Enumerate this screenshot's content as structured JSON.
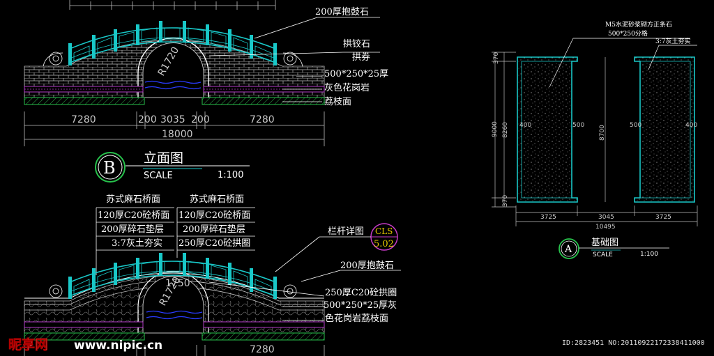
{
  "colors": {
    "background": "#000000",
    "cyan": "#19c8c8",
    "magenta": "#b43cc8",
    "green": "#27c24c",
    "water": "#2a3cff",
    "white": "#ffffff",
    "dim_gray": "#bfbfbf",
    "cls_yellow": "#e6c800",
    "cls_magenta": "#c83cc8"
  },
  "elevation_b": {
    "labels": {
      "drum_stone": "200厚抱鼓石",
      "keystone": "拱铰石",
      "arch": "拱券",
      "pavers": "500*250*25厚",
      "granite": "灰色花岗岩",
      "lychee": "荔枝面"
    },
    "radius_label": "R1720",
    "dims": [
      "7280",
      "200",
      "3035",
      "200",
      "7280"
    ],
    "total_dim": "18000",
    "title": {
      "letter": "B",
      "name": "立面图",
      "scale_label": "SCALE",
      "scale_value": "1:100"
    }
  },
  "elevation_lower": {
    "layers_left": [
      "苏式麻石桥面",
      "120厚C20砼桥面",
      "200厚碎石垫层",
      "3:7灰土夯实"
    ],
    "layers_right": [
      "苏式麻石桥面",
      "120厚C20砼桥面",
      "200厚碎石垫层",
      "250厚C20砼拱圈"
    ],
    "railing_detail": "栏杆详图",
    "cls_top": "CLS",
    "cls_bottom": "5.02",
    "drum_stone": "200厚抱鼓石",
    "arch_ring": "250厚C20砼拱圈",
    "pavers_line1": "500*250*25厚灰",
    "pavers_line2": "色花岗岩荔枝面",
    "radius_label": "R1720",
    "arch_dim": "1750",
    "dims": [
      "7280"
    ]
  },
  "foundation_a": {
    "note_line1": "M5水泥砂浆砌方正条石",
    "note_line2": "500*250分格",
    "note_line3": "3:7灰土夯实",
    "left_dims": [
      "370",
      "8260",
      "370"
    ],
    "left_total": "9000",
    "mid_dim": "8700",
    "inner_dims": [
      "400",
      "500",
      "500",
      "400"
    ],
    "bottom_dims": [
      "3725",
      "3045",
      "3725"
    ],
    "bottom_total": "10495",
    "title": {
      "letter": "A",
      "name": "基础图",
      "scale_label": "SCALE",
      "scale_value": "1:100"
    }
  },
  "watermark": {
    "logo_text": "昵享网",
    "url": "www.nipic.cn",
    "id_text": "ID:2823451 NO:20110922172338411000"
  }
}
